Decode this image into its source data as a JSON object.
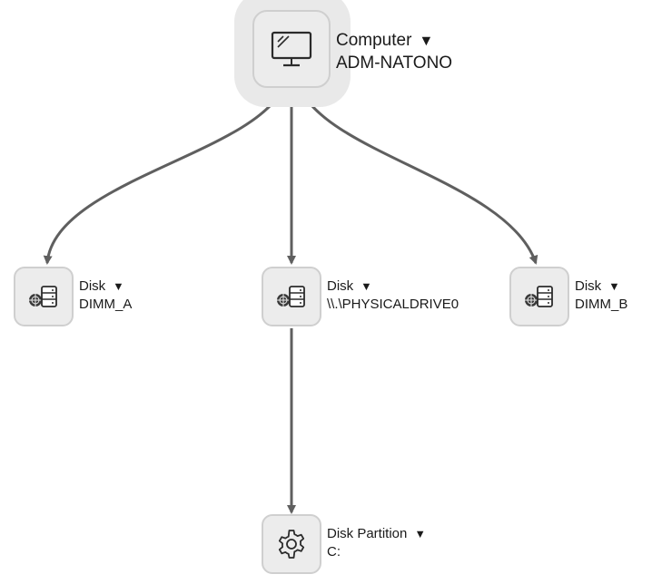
{
  "nodes": {
    "computer": {
      "type": "Computer",
      "name": "ADM-NATONO",
      "icon": "monitor-icon",
      "caret": "▼"
    },
    "disk_a": {
      "type": "Disk",
      "name": "DIMM_A",
      "icon": "disk-icon",
      "caret": "▼"
    },
    "disk_phys": {
      "type": "Disk",
      "name": "\\\\.\\PHYSICALDRIVE0",
      "icon": "disk-icon",
      "caret": "▼"
    },
    "disk_b": {
      "type": "Disk",
      "name": "DIMM_B",
      "icon": "disk-icon",
      "caret": "▼"
    },
    "partition": {
      "type": "Disk Partition",
      "name": "C:",
      "icon": "gear-icon",
      "caret": "▼"
    }
  },
  "edges": [
    {
      "from": "computer",
      "to": "disk_a"
    },
    {
      "from": "computer",
      "to": "disk_phys"
    },
    {
      "from": "computer",
      "to": "disk_b"
    },
    {
      "from": "disk_phys",
      "to": "partition"
    }
  ],
  "colors": {
    "edge": "#5f5f5f",
    "node_fill": "#ececec",
    "node_border": "#cfcfcf",
    "halo": "#e9e9e9"
  }
}
